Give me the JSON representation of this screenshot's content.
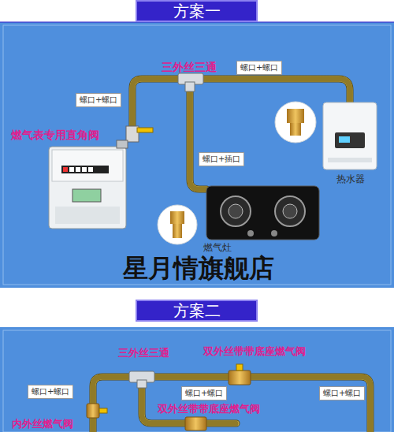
{
  "diagram": {
    "nodes": [
      {
        "text": [
          "方案一"
        ]
      },
      {
        "text": [
          "螺口+螺口"
        ]
      },
      {
        "text": [
          "螺口+螺口"
        ]
      },
      {
        "text": [
          "螺口+插口"
        ]
      },
      {
        "text": [
          "热水器"
        ]
      },
      {
        "text": [
          "燃气灶"
        ]
      },
      {
        "text": [
          "方案二"
        ]
      },
      {
        "text": [
          "螺口+螺口"
        ]
      },
      {
        "text": [
          "螺口+螺口"
        ]
      },
      {
        "text": [
          "螺口+螺口"
        ]
      }
    ],
    "labels": [
      "三外丝三通",
      "燃气表专用直角阀",
      "星月情旗舰店",
      "三外丝三通",
      "双外丝带带底座燃气阀",
      "双外丝带带底座燃气阀",
      "内外丝燃气阀"
    ]
  }
}
